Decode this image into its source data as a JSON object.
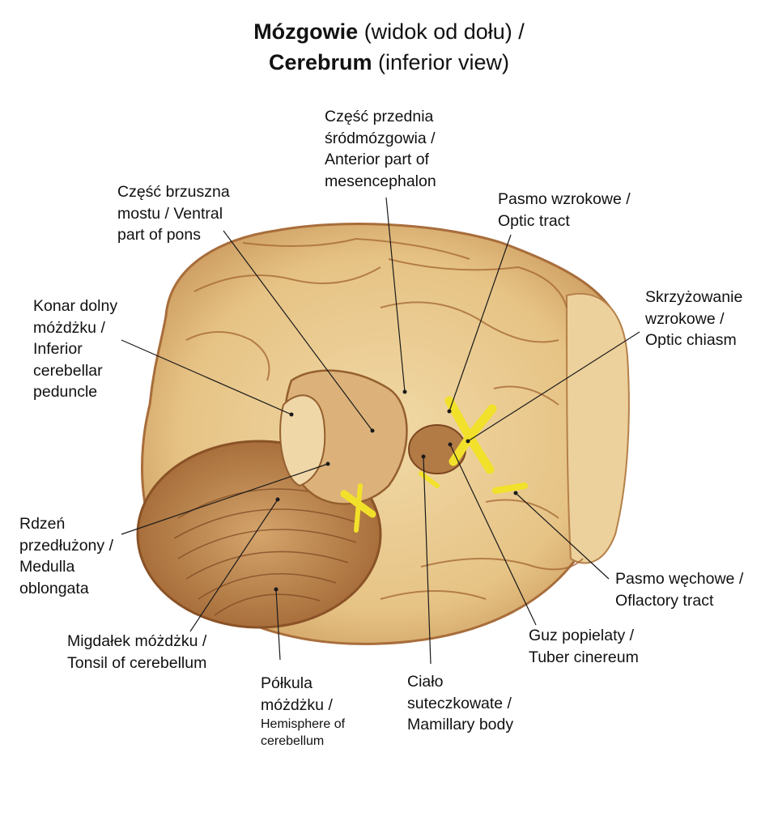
{
  "title": {
    "line1_bold": "Mózgowie",
    "line1_rest": " (widok od dołu) /",
    "line2_bold": "Cerebrum",
    "line2_rest": " (inferior view)"
  },
  "labels": {
    "anterior_mesencephalon": [
      "Część przednia",
      "śródmózgowia /",
      "Anterior part of",
      "mesencephalon"
    ],
    "ventral_pons": [
      "Część brzuszna",
      "mostu / Ventral",
      "part of pons"
    ],
    "optic_tract": [
      "Pasmo wzrokowe /",
      "Optic tract"
    ],
    "optic_chiasm": [
      "Skrzyżowanie",
      "wzrokowe /",
      "Optic chiasm"
    ],
    "inferior_cerebellar_peduncle": [
      "Konar dolny",
      "móżdżku /",
      "Inferior",
      "cerebellar",
      "peduncle"
    ],
    "medulla_oblongata": [
      "Rdzeń",
      "przedłużony /",
      "Medulla",
      "oblongata"
    ],
    "olfactory_tract": [
      "Pasmo węchowe /",
      "Oflactory tract"
    ],
    "tonsil_cerebellum": [
      "Migdałek móżdżku /",
      "Tonsil of cerebellum"
    ],
    "tuber_cinereum": [
      "Guz popielaty /",
      "Tuber cinereum"
    ],
    "hemisphere_cerebellum": [
      "Półkula",
      "móżdżku /",
      "Hemisphere of",
      "cerebellum"
    ],
    "mamillary_body": [
      "Ciało",
      "suteczkowate /",
      "Mamillary body"
    ]
  },
  "colors": {
    "brain_base": "#e9c98e",
    "brain_shadow": "#b07a45",
    "nerve_yellow": "#f2e12a",
    "leader_line": "#1a1a1a"
  }
}
